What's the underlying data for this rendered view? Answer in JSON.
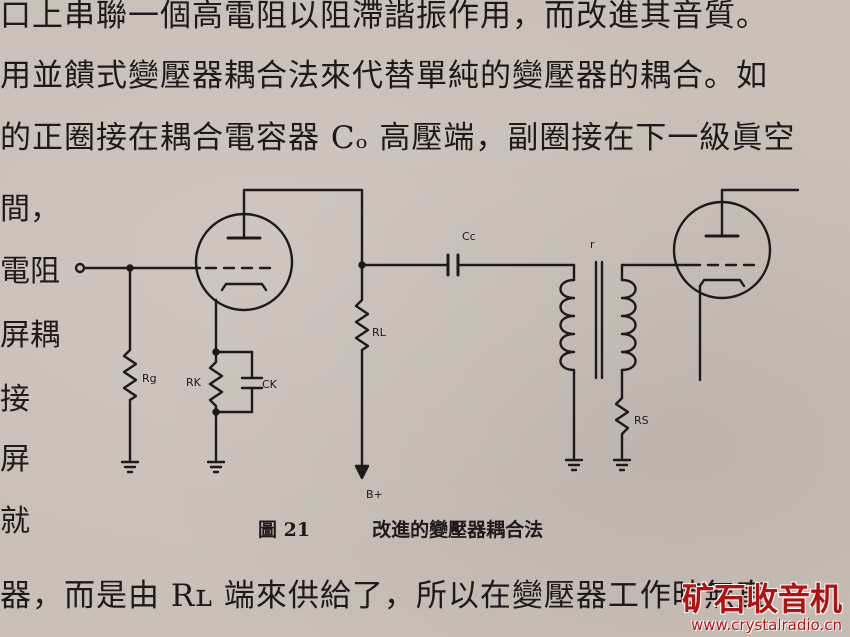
{
  "text_lines": [
    "口上串聯一個高電阻以阻滯諧振作用，而改進其音質。",
    "用並饋式變壓器耦合法來代替單純的變壓器的耦合。如",
    "的正圈接在耦合電容器 Cₒ 高壓端，副圈接在下一級眞空"
  ],
  "side_chars": [
    "間，",
    "電阻",
    "屏耦",
    "接",
    "屏",
    "就"
  ],
  "bottom_line": "器，而是由 Rʟ 端來供給了，所以在變壓器工作時無直",
  "figure": {
    "number": "圖 21",
    "caption": "改進的變壓器耦合法",
    "labels": {
      "cc": "Cc",
      "rl": "RL",
      "rg": "Rg",
      "rk": "RK",
      "ck": "CK",
      "rs": "RS",
      "bplus": "B+",
      "transformer": "r"
    }
  },
  "watermark": {
    "title": "矿石收音机",
    "url": "www.crystalradio.cn",
    "color": "#b51010"
  }
}
